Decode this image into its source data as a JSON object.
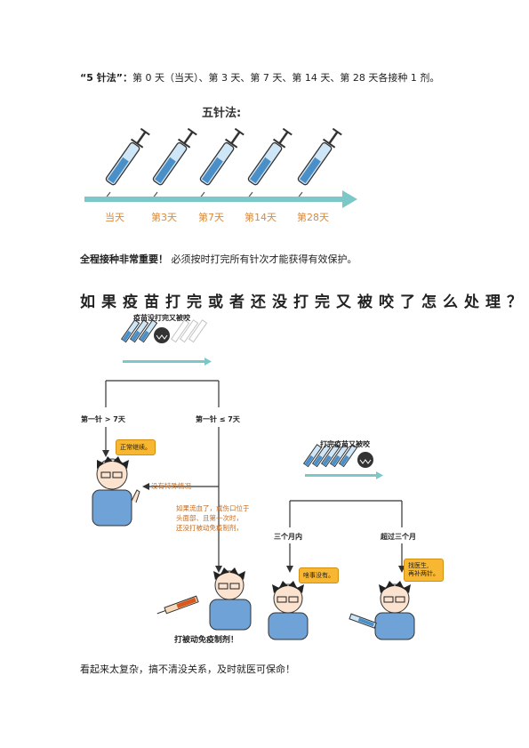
{
  "intro": {
    "term": "“5 针法”：",
    "text": "第 0 天（当天）、第 3 天、第 7 天、第 14 天、第 28 天各接种 1 剂。"
  },
  "schedule_figure": {
    "title": "五针法:",
    "days": [
      "当天",
      "第3天",
      "第7天",
      "第14天",
      "第28天"
    ]
  },
  "importance": {
    "emphasis": "全程接种非常重要！",
    "text": " 必须按时打完所有针次才能获得有效保护。"
  },
  "heading": "如果疫苗打完或者还没打完又被咬了怎么处理？",
  "flowchart": {
    "top_title": "疫苗没打完又被咬",
    "left_branch": "第一针 > 7天",
    "mid_branch": "第一针 ≤ 7天",
    "bubble_normal": "正常继续。",
    "no_special": "没有特殊情况",
    "bleeding_note": [
      "如果流血了，或伤口位于",
      "头面部、且第一次时，",
      "还没打被动免疫制剂，"
    ],
    "passive_label": "打被动免疫制剂！",
    "right_title": "打完疫苗又被咬",
    "within_3m": "三个月内",
    "over_3m": "超过三个月",
    "bubble_nothing": "啥事没有。",
    "bubble_doctor": [
      "找医生,",
      "再补两针。"
    ]
  },
  "closing": "看起来太复杂，搞不清没关系，及时就医可保命！",
  "colors": {
    "accent_orange": "#c86a1a",
    "bubble": "#f7b733",
    "timeline": "#7cc8c8",
    "day_label": "#d98a3a",
    "syringe": "#4a8fc8"
  }
}
